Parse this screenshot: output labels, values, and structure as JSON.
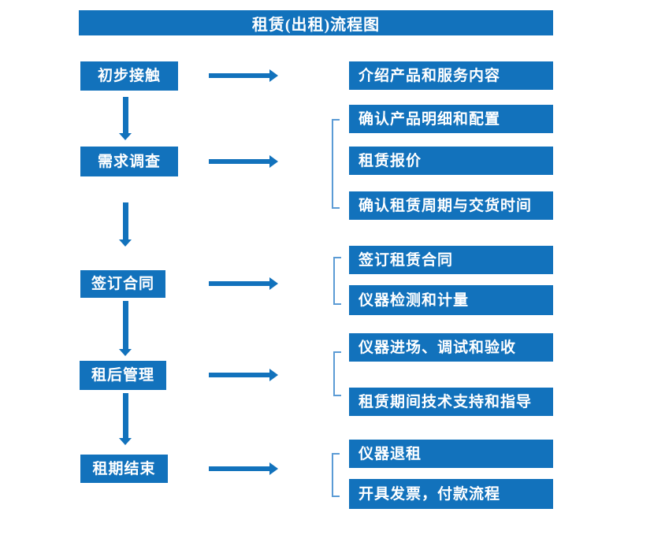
{
  "title": "租赁(出租)流程图",
  "colors": {
    "primary": "#1272BC",
    "bracket": "#5B9BD5",
    "text_on_primary": "#FFFFFF",
    "background": "#FFFFFF"
  },
  "steps": [
    {
      "label": "初步接触",
      "details": [
        "介绍产品和服务内容"
      ]
    },
    {
      "label": "需求调查",
      "details": [
        "确认产品明细和配置",
        "租赁报价",
        "确认租赁周期与交货时间"
      ]
    },
    {
      "label": "签订合同",
      "details": [
        "签订租赁合同",
        "仪器检测和计量"
      ]
    },
    {
      "label": "租后管理",
      "details": [
        "仪器进场、调试和验收",
        "租赁期间技术支持和指导"
      ]
    },
    {
      "label": "租期结束",
      "details": [
        "仪器退租",
        "开具发票，付款流程"
      ]
    }
  ]
}
